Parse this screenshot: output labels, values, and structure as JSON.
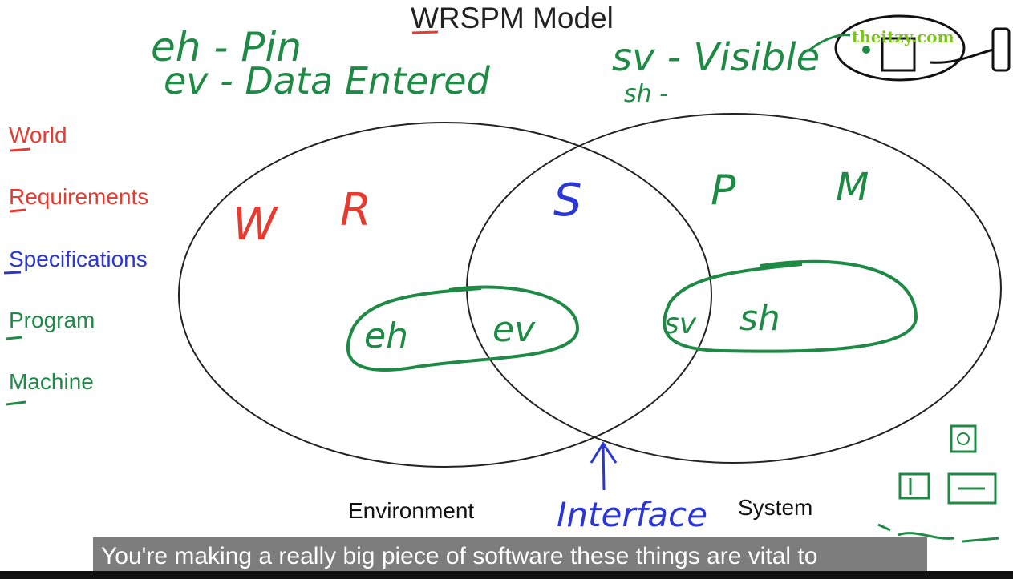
{
  "title": "WRSPM Model",
  "legend": [
    {
      "label": "World",
      "color": "#e63b30"
    },
    {
      "label": "Requirements",
      "color": "#e63b30"
    },
    {
      "label": "Specifications",
      "color": "#2a36d6"
    },
    {
      "label": "Program",
      "color": "#1e8a45"
    },
    {
      "label": "Machine",
      "color": "#1e8a45"
    }
  ],
  "annotations": {
    "eh_pin": "eh - Pin",
    "ev_data": "ev - Data Entered",
    "sv_visible": "sv - Visible",
    "sh_dash": "sh -"
  },
  "regions": {
    "w": "W",
    "r": "R",
    "s": "S",
    "p": "P",
    "m": "M"
  },
  "sets": {
    "eh": "eh",
    "ev": "ev",
    "sv": "sv",
    "sh": "sh"
  },
  "labels": {
    "environment": "Environment",
    "system": "System",
    "interface": "Interface"
  },
  "watermark": "theitzy.com",
  "caption": "You're making a really big piece of software these things are vital to",
  "colors": {
    "green": "#1e8a45",
    "red": "#e63b30",
    "blue": "#2a36d6",
    "black": "#222222"
  }
}
